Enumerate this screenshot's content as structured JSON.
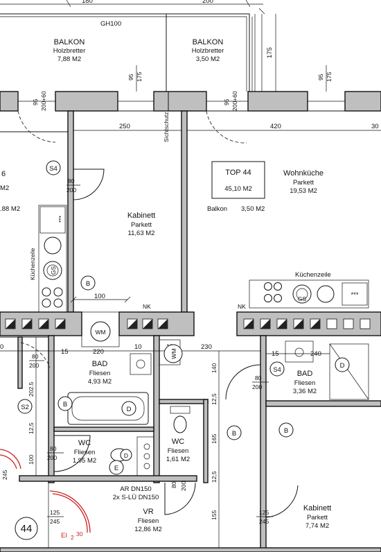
{
  "top_dims": {
    "left": "180",
    "right": "200"
  },
  "gh": "GH100",
  "balconies": [
    {
      "name": "BALKON",
      "material": "Holzbretter",
      "area": "7,88 M2"
    },
    {
      "name": "BALKON",
      "material": "Holzbretter",
      "area": "3,50 M2"
    }
  ],
  "window_dims": {
    "w95": "95",
    "w200_60": "200+60",
    "w175": "175"
  },
  "sichtschutz": "Sichtschutz",
  "upper_dims": {
    "d250": "250",
    "d420": "420",
    "d30": "30"
  },
  "kabinett_top": {
    "name": "Kabinett",
    "material": "Parkett",
    "area": "11,63 M2"
  },
  "top44": {
    "title": "TOP 44",
    "area": "45,10 M2",
    "balkon_label": "Balkon",
    "balkon_area": "3,50 M2"
  },
  "wohnkueche": {
    "name": "Wohnküche",
    "material": "Parkett",
    "area": "19,53 M2"
  },
  "left_partial": {
    "num": "6",
    "unit": "M2",
    "area": ".88 M2"
  },
  "kuechenzeile": "Küchenzeile",
  "stairs": "***",
  "gs": "GS",
  "s4": "S4",
  "s2": "S2",
  "b": "B",
  "d": "D",
  "e": "E",
  "wm": "WM",
  "door_80": "80",
  "door_200": "200",
  "d100": "100",
  "nk": "NK",
  "mid_dims": {
    "d0": "0",
    "d15": "15",
    "d220": "220",
    "d10": "10",
    "d230": "230",
    "d240": "240",
    "d202_5": "202.5",
    "d140": "140",
    "d12_5": "12,5",
    "d165": "165",
    "d155": "155",
    "d12": "12,5",
    "d125": "125",
    "d245": "245",
    "d100b": "100"
  },
  "bad_main": {
    "name": "BAD",
    "material": "Fliesen",
    "area": "4,93 M2"
  },
  "bad_right": {
    "name": "BAD",
    "material": "Fliesen",
    "area": "3,36 M2"
  },
  "wc_left": {
    "name": "WC",
    "material": "Fliesen",
    "area": "1,95 M2"
  },
  "wc_mid": {
    "name": "WC",
    "material": "Fliesen",
    "area": "1,61 M2"
  },
  "ar": "AR DN150",
  "sl": "2x S-LÜ DN150",
  "vr": {
    "name": "VR",
    "material": "Fliesen",
    "area": "12,86 M2"
  },
  "kabinett_bottom": {
    "name": "Kabinett",
    "material": "Parkett",
    "area": "7,74 M2"
  },
  "unit_number": "44",
  "ei": "EI",
  "ei_sub": "2",
  "ei_30": "30"
}
